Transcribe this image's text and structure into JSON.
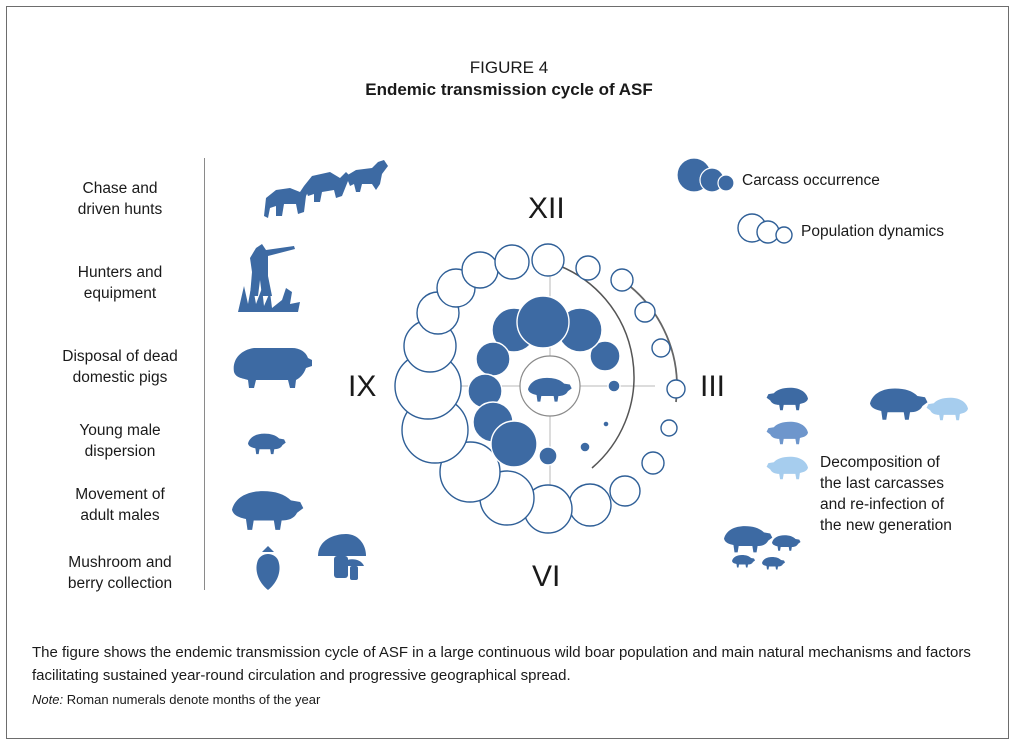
{
  "figure": {
    "label": "FIGURE 4",
    "title": "Endemic transmission cycle of ASF"
  },
  "factors": [
    {
      "line1": "Chase and",
      "line2": "driven hunts",
      "icon": "hunting-dogs-icon"
    },
    {
      "line1": "Hunters and",
      "line2": "equipment",
      "icon": "hunter-icon"
    },
    {
      "line1": "Disposal of dead",
      "line2": "domestic pigs",
      "icon": "domestic-pig-icon"
    },
    {
      "line1": "Young male",
      "line2": "dispersion",
      "icon": "young-boar-icon"
    },
    {
      "line1": "Movement of",
      "line2": "adult males",
      "icon": "adult-boar-icon"
    },
    {
      "line1": "Mushroom and",
      "line2": "berry collection",
      "icon": "mushroom-berry-icon"
    }
  ],
  "months": {
    "top": "XII",
    "right": "III",
    "bottom": "VI",
    "left": "IX"
  },
  "legend": {
    "carcass": "Carcass occurrence",
    "population": "Population dynamics"
  },
  "decomposition": {
    "line1": "Decomposition of",
    "line2": "the last carcasses",
    "line3": "and re-infection of",
    "line4": "the new generation"
  },
  "caption": "The figure shows the endemic transmission cycle of ASF in a large continuous wild boar population and main natural mechanisms and factors facilitating sustained year-round circulation and progressive geographical spread.",
  "note": {
    "label": "Note:",
    "text": " Roman numerals denote months of the year"
  },
  "colors": {
    "dark_blue": "#3d6aa3",
    "mid_blue": "#6e96cc",
    "light_blue": "#a6cdee",
    "outline": "#2f5f97",
    "grey": "#8a8a8a"
  }
}
